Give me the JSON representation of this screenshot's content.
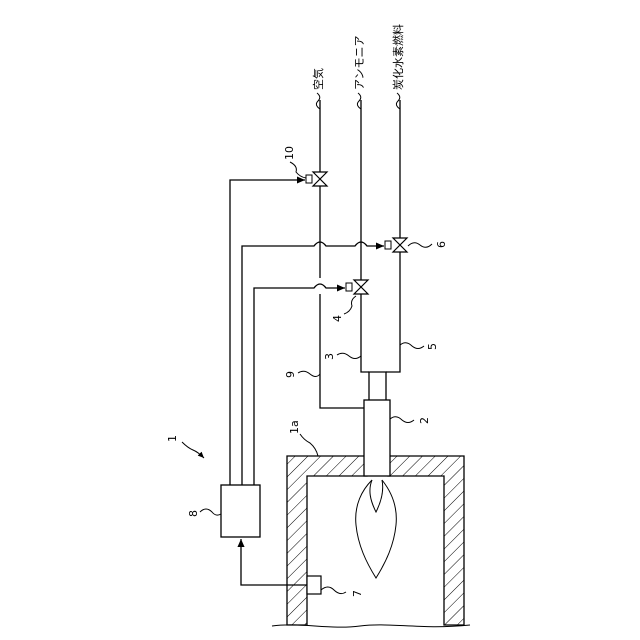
{
  "lines": {
    "air": "空気",
    "ammonia": "アンモニア",
    "hydrocarbon_fuel": "炭化水素燃料"
  },
  "refs": {
    "furnace_system": "1",
    "furnace_wall": "1a",
    "burner": "2",
    "ammonia_pipe": "3",
    "ammonia_valve": "4",
    "fuel_pipe": "5",
    "fuel_valve": "6",
    "sensor": "7",
    "controller": "8",
    "air_pipe": "9",
    "air_valve": "10"
  }
}
